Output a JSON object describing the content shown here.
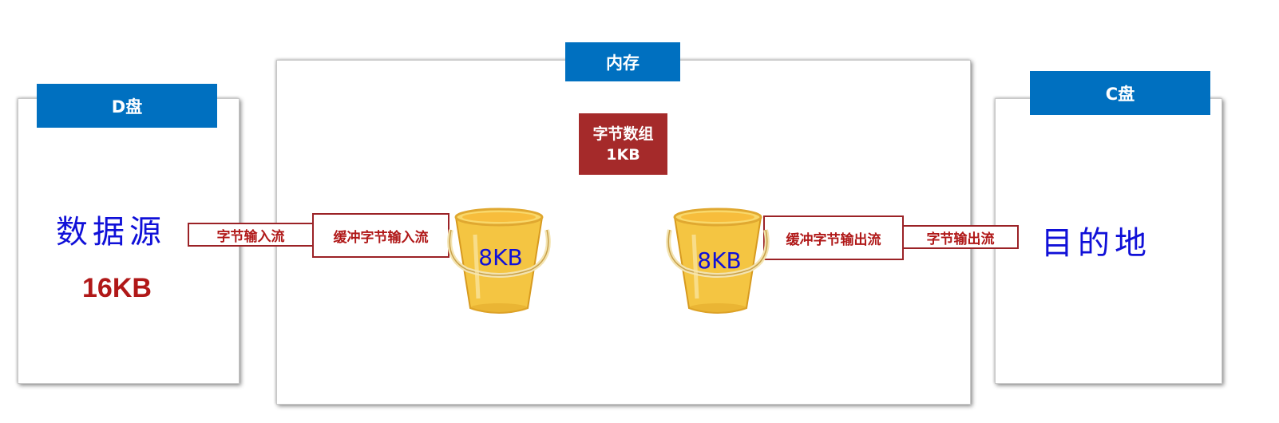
{
  "left": {
    "header": "D盘",
    "caption": "数据源",
    "size": "16KB"
  },
  "middle": {
    "header": "内存",
    "array_line1": "字节数组",
    "array_line2": "1KB"
  },
  "right": {
    "header": "C盘",
    "caption": "目的地"
  },
  "streams": {
    "input": "字节输入流",
    "buffered_input": "缓冲字节输入流",
    "buffered_output": "缓冲字节输出流",
    "output": "字节输出流"
  },
  "buckets": {
    "left_label": "8KB",
    "right_label": "8KB"
  },
  "colors": {
    "header_blue": "#0070c0",
    "dark_red": "#a52a2a",
    "hand_blue": "#1010d8"
  },
  "icons": {
    "bucket": "bucket-icon"
  }
}
